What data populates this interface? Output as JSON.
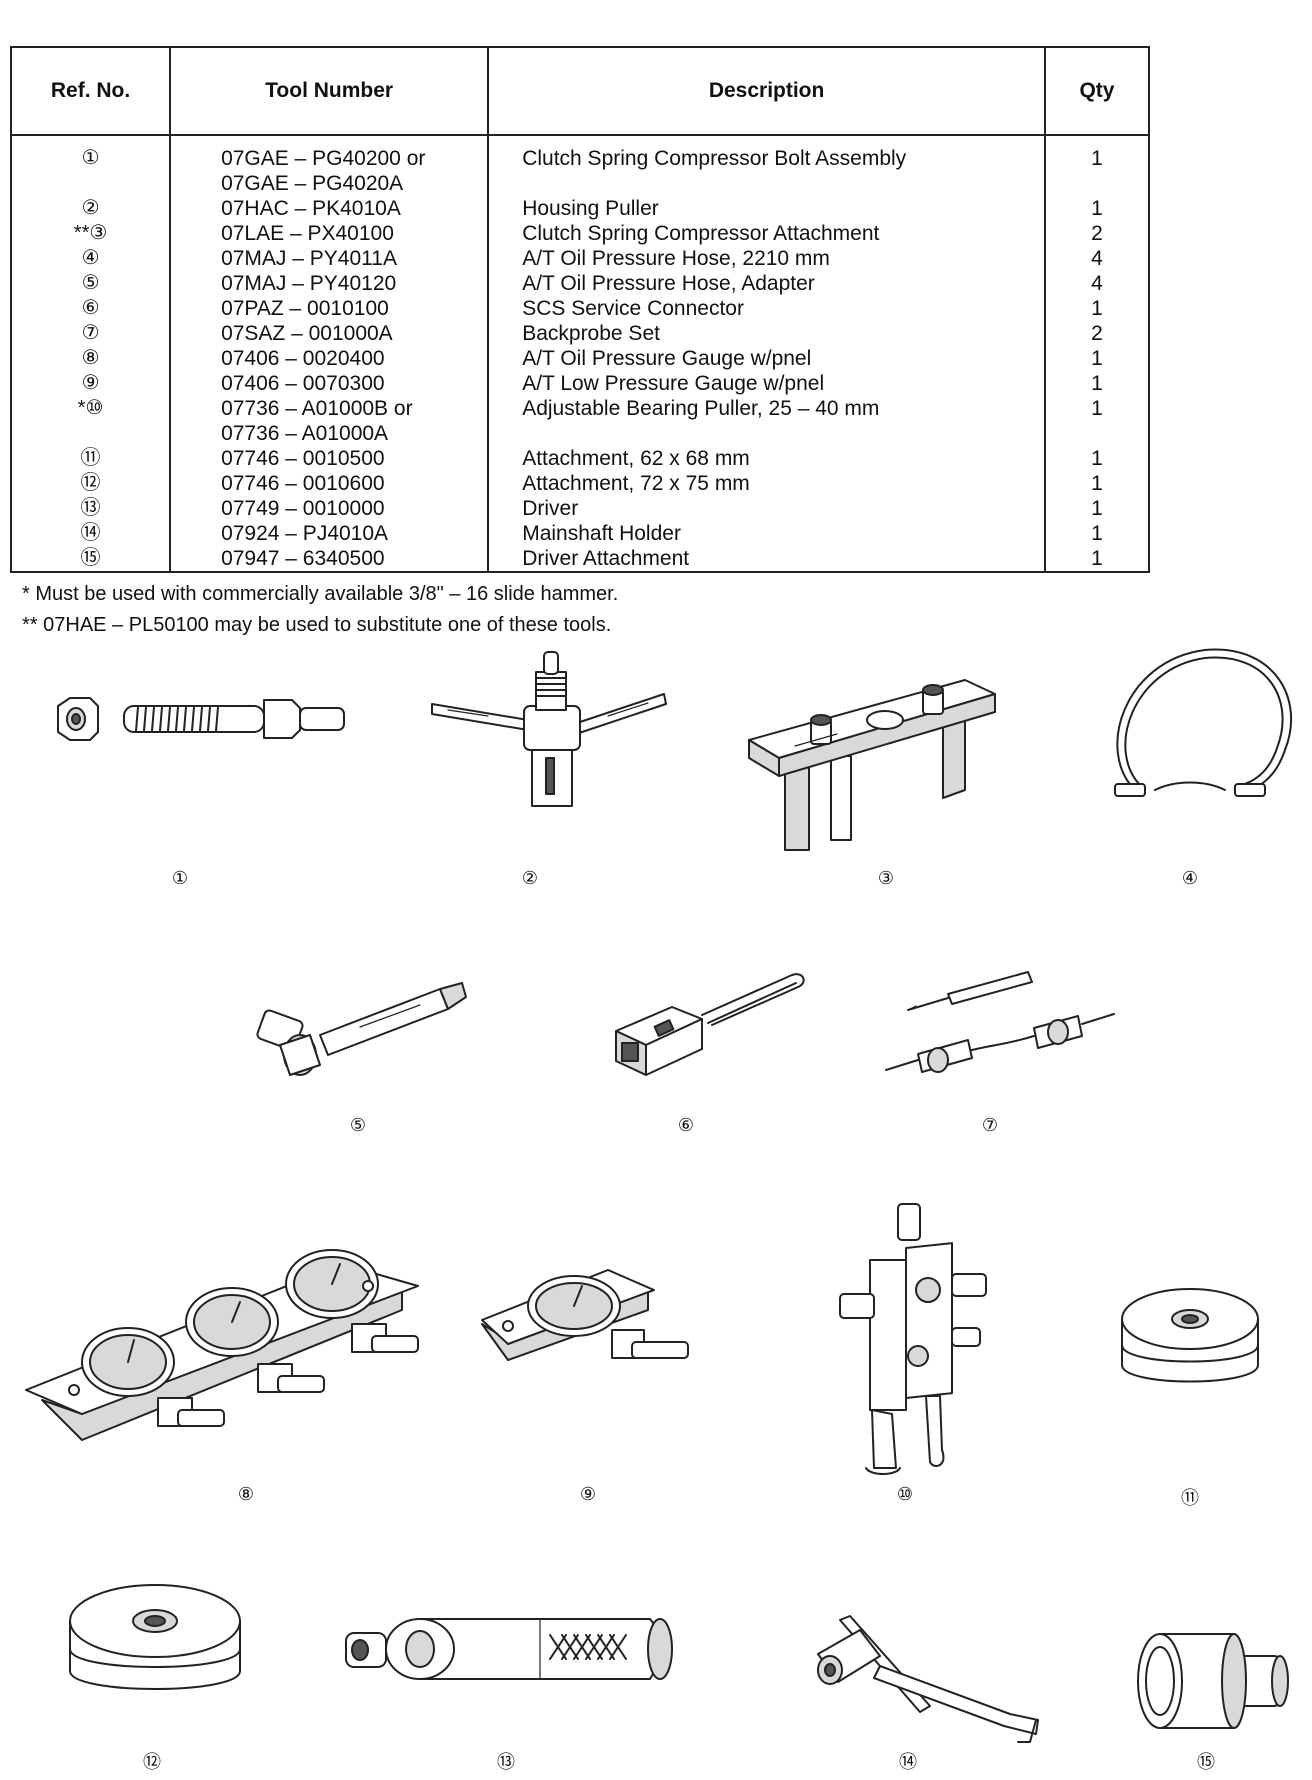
{
  "table": {
    "headers": {
      "ref": "Ref. No.",
      "tool": "Tool Number",
      "desc": "Description",
      "qty": "Qty"
    },
    "rows": [
      {
        "ref": "①",
        "tool": [
          "07GAE – PG40200 or",
          "07GAE – PG4020A"
        ],
        "desc": "Clutch Spring Compressor Bolt Assembly",
        "qty": "1"
      },
      {
        "ref": "②",
        "tool": [
          "07HAC – PK4010A"
        ],
        "desc": "Housing Puller",
        "qty": "1"
      },
      {
        "ref": "**③",
        "tool": [
          "07LAE – PX40100"
        ],
        "desc": "Clutch Spring Compressor Attachment",
        "qty": "2"
      },
      {
        "ref": "④",
        "tool": [
          "07MAJ – PY4011A"
        ],
        "desc": "A/T Oil Pressure Hose, 2210 mm",
        "qty": "4"
      },
      {
        "ref": "⑤",
        "tool": [
          "07MAJ – PY40120"
        ],
        "desc": "A/T Oil Pressure Hose, Adapter",
        "qty": "4"
      },
      {
        "ref": "⑥",
        "tool": [
          "07PAZ – 0010100"
        ],
        "desc": "SCS Service Connector",
        "qty": "1"
      },
      {
        "ref": "⑦",
        "tool": [
          "07SAZ – 001000A"
        ],
        "desc": "Backprobe Set",
        "qty": "2"
      },
      {
        "ref": "⑧",
        "tool": [
          "07406 – 0020400"
        ],
        "desc": "A/T Oil Pressure Gauge w/pnel",
        "qty": "1"
      },
      {
        "ref": "⑨",
        "tool": [
          "07406 – 0070300"
        ],
        "desc": "A/T Low Pressure Gauge w/pnel",
        "qty": "1"
      },
      {
        "ref": "*⑩",
        "tool": [
          "07736 – A01000B or",
          "07736 – A01000A"
        ],
        "desc": "Adjustable Bearing Puller, 25 – 40 mm",
        "qty": "1"
      },
      {
        "ref": "⑪",
        "tool": [
          "07746 – 0010500"
        ],
        "desc": "Attachment, 62 x 68 mm",
        "qty": "1"
      },
      {
        "ref": "⑫",
        "tool": [
          "07746 – 0010600"
        ],
        "desc": "Attachment, 72 x 75 mm",
        "qty": "1"
      },
      {
        "ref": "⑬",
        "tool": [
          "07749 – 0010000"
        ],
        "desc": "Driver",
        "qty": "1"
      },
      {
        "ref": "⑭",
        "tool": [
          "07924 – PJ4010A"
        ],
        "desc": "Mainshaft Holder",
        "qty": "1"
      },
      {
        "ref": "⑮",
        "tool": [
          "07947 – 6340500"
        ],
        "desc": "Driver Attachment",
        "qty": "1"
      }
    ]
  },
  "notes": [
    "*   Must be used with commercially available 3/8\" – 16  slide hammer.",
    "** 07HAE – PL50100 may be used to substitute one of these tools."
  ],
  "figures": [
    {
      "caption": "①",
      "icon": "clutch-spring-compressor-bolt-icon"
    },
    {
      "caption": "②",
      "icon": "housing-puller-icon"
    },
    {
      "caption": "③",
      "icon": "compressor-attachment-icon"
    },
    {
      "caption": "④",
      "icon": "oil-pressure-hose-icon"
    },
    {
      "caption": "⑤",
      "icon": "hose-adapter-icon"
    },
    {
      "caption": "⑥",
      "icon": "scs-service-connector-icon"
    },
    {
      "caption": "⑦",
      "icon": "backprobe-set-icon"
    },
    {
      "caption": "⑧",
      "icon": "triple-pressure-gauge-icon"
    },
    {
      "caption": "⑨",
      "icon": "low-pressure-gauge-icon"
    },
    {
      "caption": "⑩",
      "icon": "bearing-puller-icon"
    },
    {
      "caption": "⑪",
      "icon": "attachment-62x68-icon"
    },
    {
      "caption": "⑫",
      "icon": "attachment-72x75-icon"
    },
    {
      "caption": "⑬",
      "icon": "driver-icon"
    },
    {
      "caption": "⑭",
      "icon": "mainshaft-holder-icon"
    },
    {
      "caption": "⑮",
      "icon": "driver-attachment-icon"
    }
  ]
}
